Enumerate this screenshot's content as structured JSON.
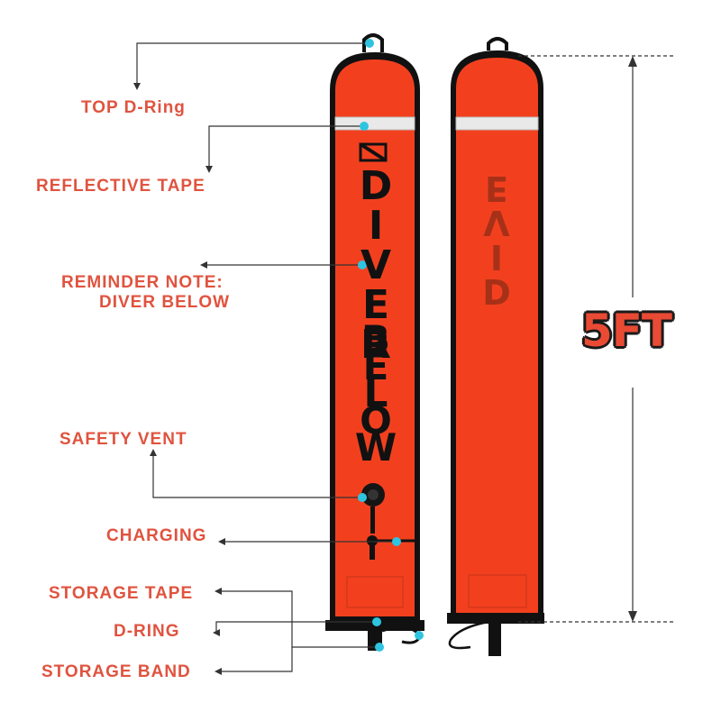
{
  "callouts": {
    "top_d_ring": "TOP D-Ring",
    "reflective_tape": "REFLECTIVE TAPE",
    "reminder_note_line1": "REMINDER NOTE:",
    "reminder_note_line2": "DIVER BELOW",
    "safety_vent": "SAFETY VENT",
    "charging": "CHARGING",
    "storage_tape": "STORAGE TAPE",
    "d_ring": "D-RING",
    "storage_band": "STORAGE BAND"
  },
  "buoy_text": {
    "word1": [
      "D",
      "I",
      "V",
      "E",
      "R"
    ],
    "word2": [
      "B",
      "E",
      "L",
      "O",
      "W"
    ]
  },
  "length_label": "5FT",
  "colors": {
    "buoy_orange": "#f2401f",
    "buoy_border": "#111111",
    "label_red": "#e0533f",
    "marker_cyan": "#2ec4e0"
  }
}
